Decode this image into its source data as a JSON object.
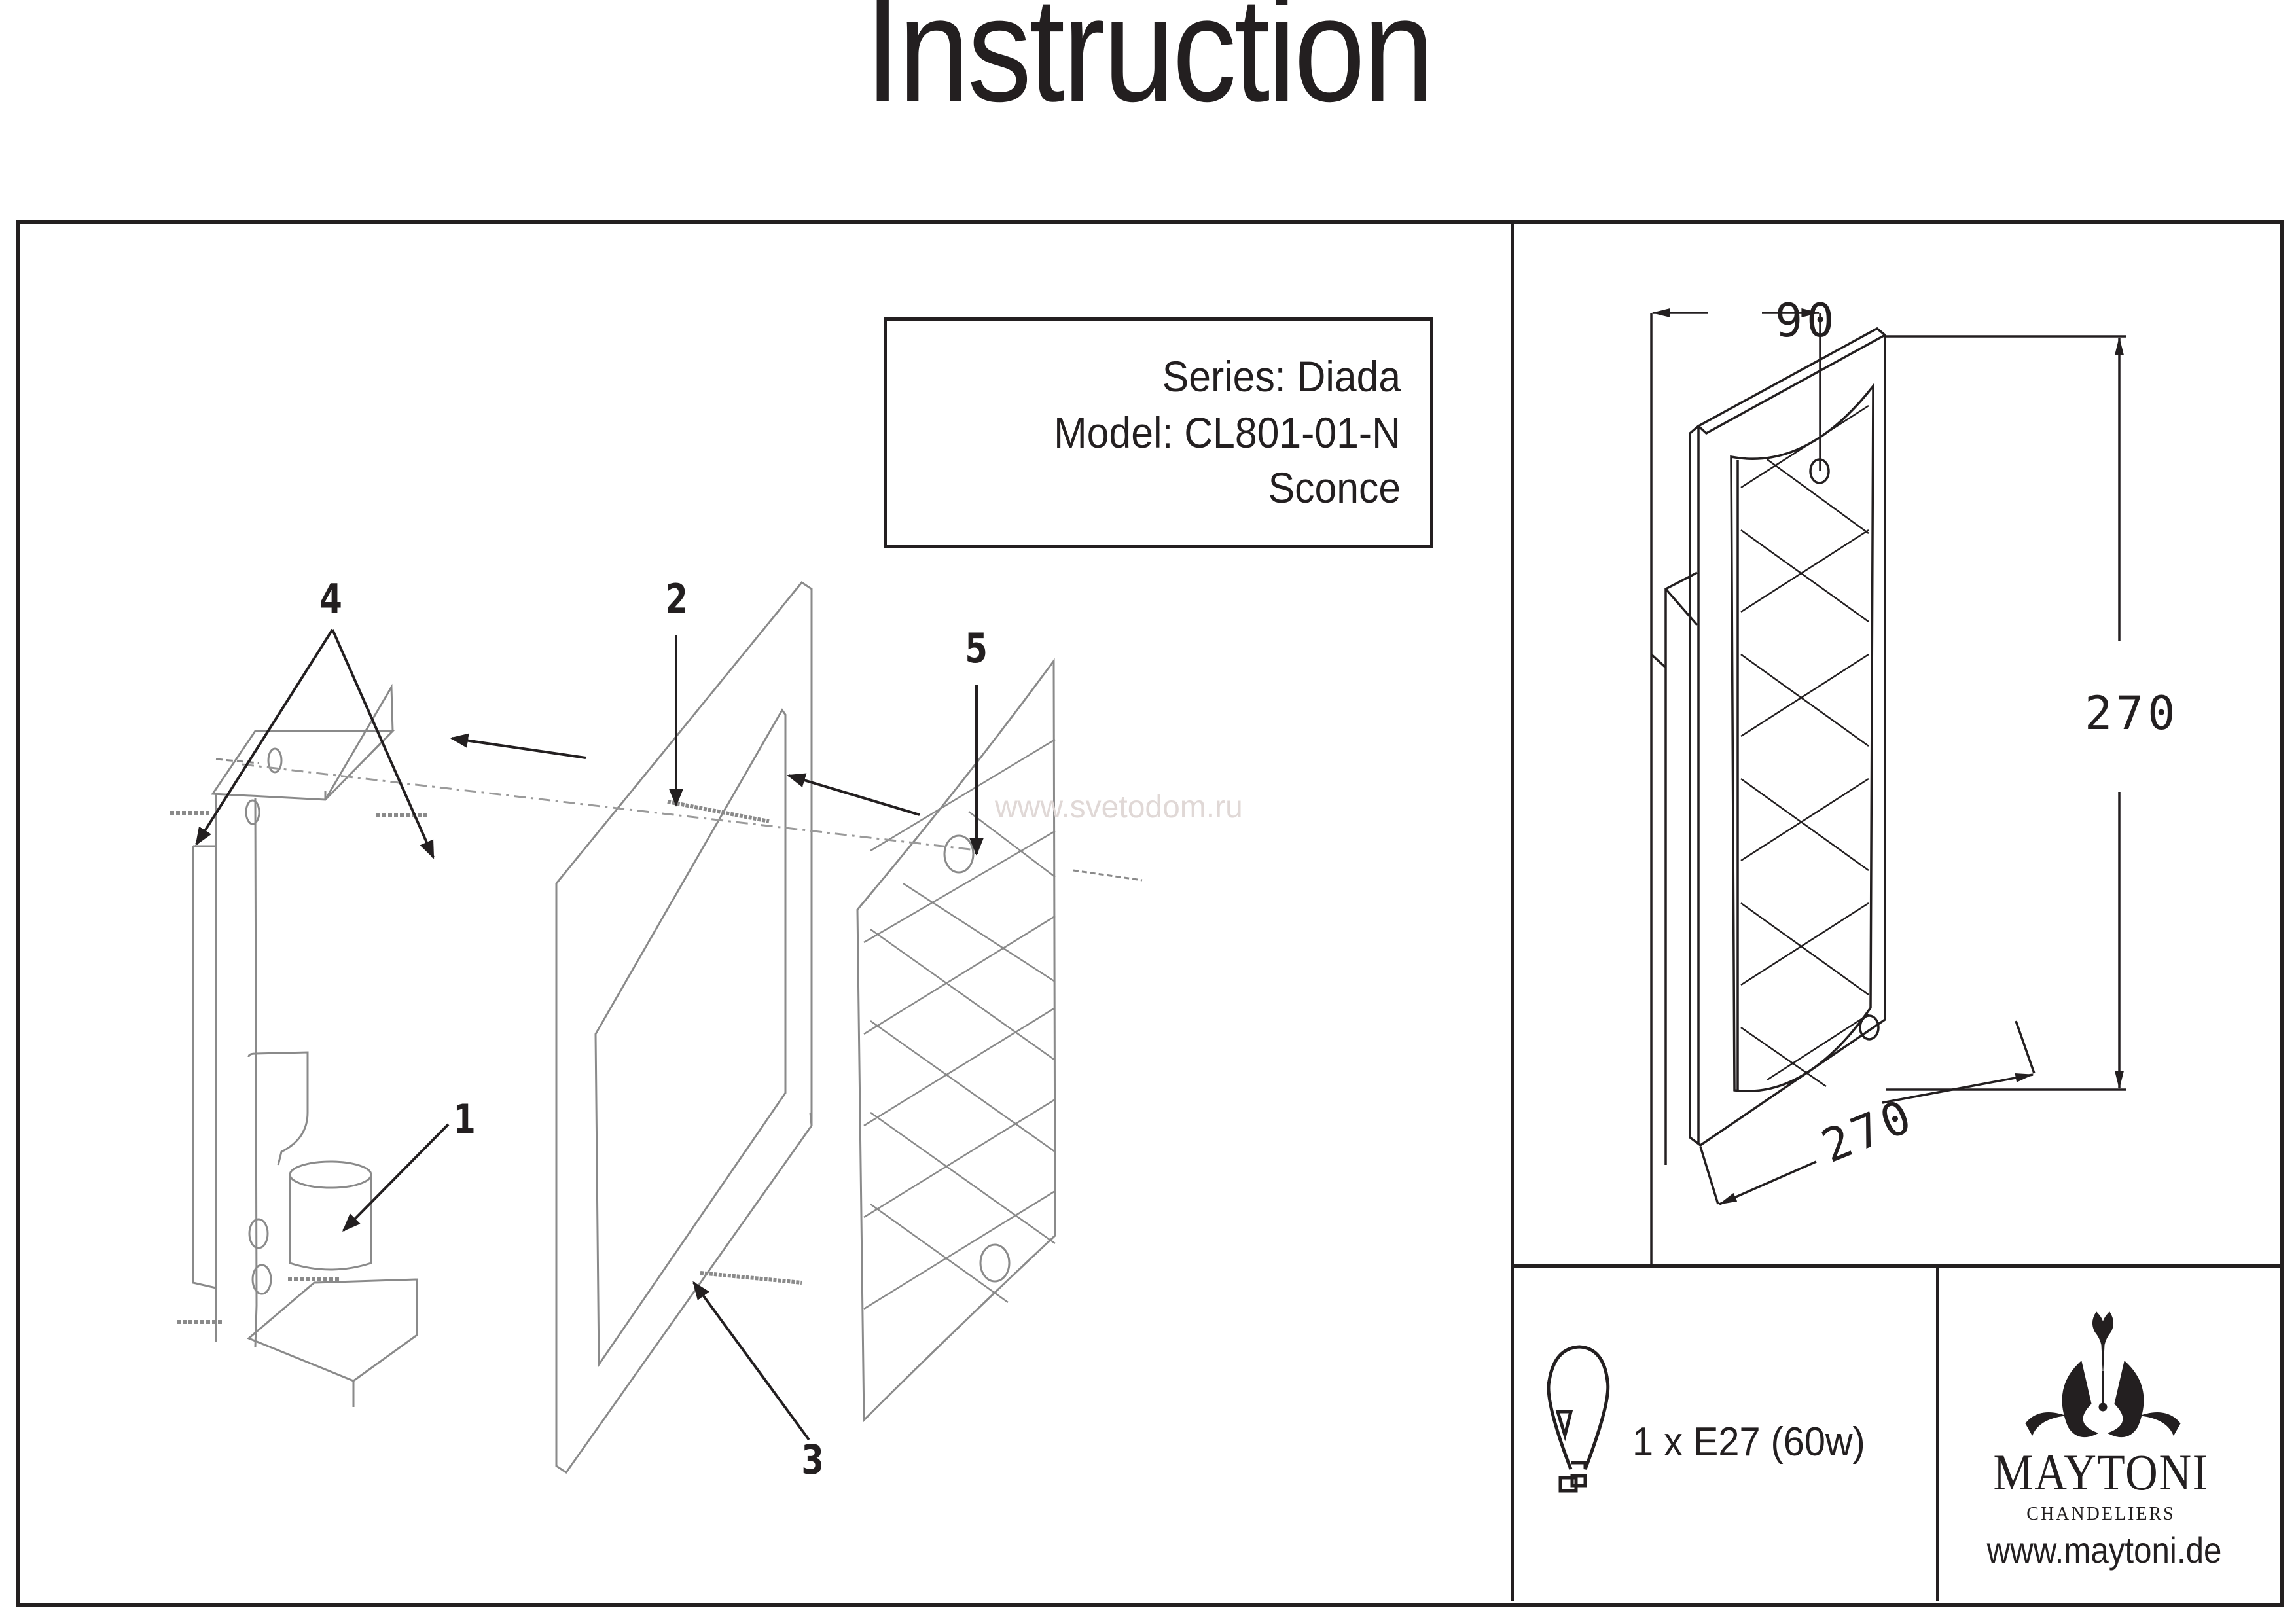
{
  "document": {
    "title": "Instruction"
  },
  "product_info": {
    "series": "Series: Diada",
    "model": "Model: CL801-01-N",
    "type": "Sconce"
  },
  "exploded_view": {
    "callouts": [
      {
        "number": "1",
        "part": "lamp-socket"
      },
      {
        "number": "2",
        "part": "frame-screw"
      },
      {
        "number": "3",
        "part": "frame-plate"
      },
      {
        "number": "4",
        "part": "wall-anchors-and-screws"
      },
      {
        "number": "5",
        "part": "decorative-glass-shade"
      }
    ],
    "watermark": "www.svetodom.ru"
  },
  "dimensions": {
    "depth_label": "90",
    "height_label": "270",
    "width_label": "270"
  },
  "lamp_spec": {
    "icon": "lightbulb-icon",
    "text": "1 x E27 (60w)"
  },
  "brand": {
    "name": "MAYTONI",
    "subtitle": "CHANDELIERS",
    "website": "www.maytoni.de",
    "logo_icon": "chandelier-ornament-icon"
  },
  "colors": {
    "ink": "#231f20",
    "drawing_gray": "#8a8a8a",
    "watermark": "#e0d8d6"
  }
}
